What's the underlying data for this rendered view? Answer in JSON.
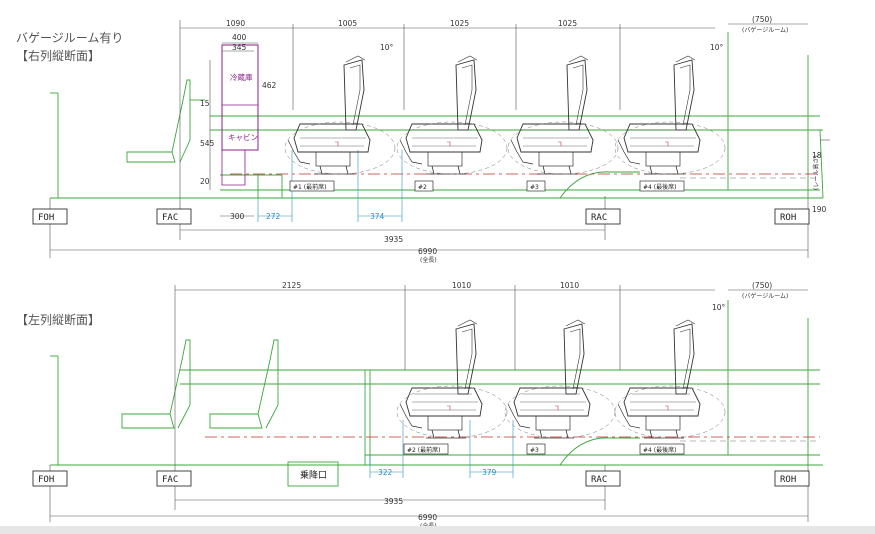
{
  "title": "バゲージルーム有り",
  "right_section": {
    "label": "【右列縦断面】",
    "dims_top": [
      "1090",
      "1005",
      "1025",
      "1025"
    ],
    "baggage_dim": "(750)",
    "baggage_label": "(バゲージルーム)",
    "fridge_dims": [
      "400",
      "345"
    ],
    "fridge_label": "冷蔵庫",
    "cabinet_label": "キャビン",
    "vert_dims": [
      "462",
      "15",
      "545",
      "20"
    ],
    "angle": "10°",
    "seats": [
      "#1 (最前席)",
      "#2",
      "#3",
      "#4 (最後席)"
    ],
    "tags": [
      "FOH",
      "FAC",
      "RAC",
      "ROH"
    ],
    "dims_bottom": [
      "300",
      "272",
      "374"
    ],
    "wheelbase": "3935",
    "overall": "6990",
    "overall_note": "(全長)",
    "right_dims": [
      "18",
      "190"
    ],
    "right_note": "(レール高さ)"
  },
  "left_section": {
    "label": "【左列縦断面】",
    "dims_top": [
      "2125",
      "1010",
      "1010"
    ],
    "baggage_dim": "(750)",
    "baggage_label": "(バゲージルーム)",
    "angle": "10°",
    "seats": [
      "#2 (最前席)",
      "#3",
      "#4 (最後席)"
    ],
    "tags": [
      "FOH",
      "FAC",
      "RAC",
      "ROH"
    ],
    "door_label": "乗降口",
    "dims_bottom": [
      "322",
      "379"
    ],
    "wheelbase": "3935",
    "overall": "6990",
    "overall_note": "(全長)"
  }
}
